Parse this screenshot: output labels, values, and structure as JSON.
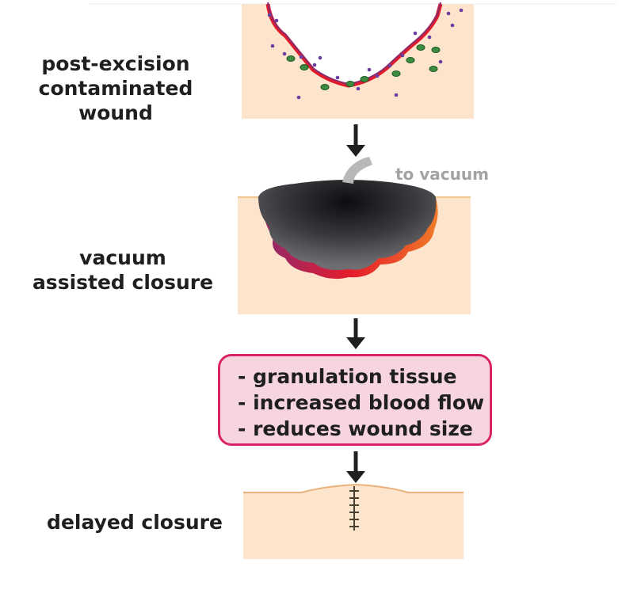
{
  "stages": [
    {
      "label": "post-excision contaminated wound"
    },
    {
      "label": "vacuum assisted closure"
    },
    {
      "label": "delayed closure"
    }
  ],
  "vacuum_tube_label": "to vacuum",
  "benefits": [
    "granulation tissue",
    "increased blood flow",
    "reduces wound size"
  ],
  "colors": {
    "skin": "#fde5cd",
    "wound_edge": "#e82f3c",
    "bacteria_green": "#2f8a3b",
    "bacteria_purple": "#6b3fa0",
    "foam": "#2f2f33",
    "box_border": "#d92467",
    "box_fill": "#f7d5df",
    "arrow": "#1f1f1f"
  }
}
